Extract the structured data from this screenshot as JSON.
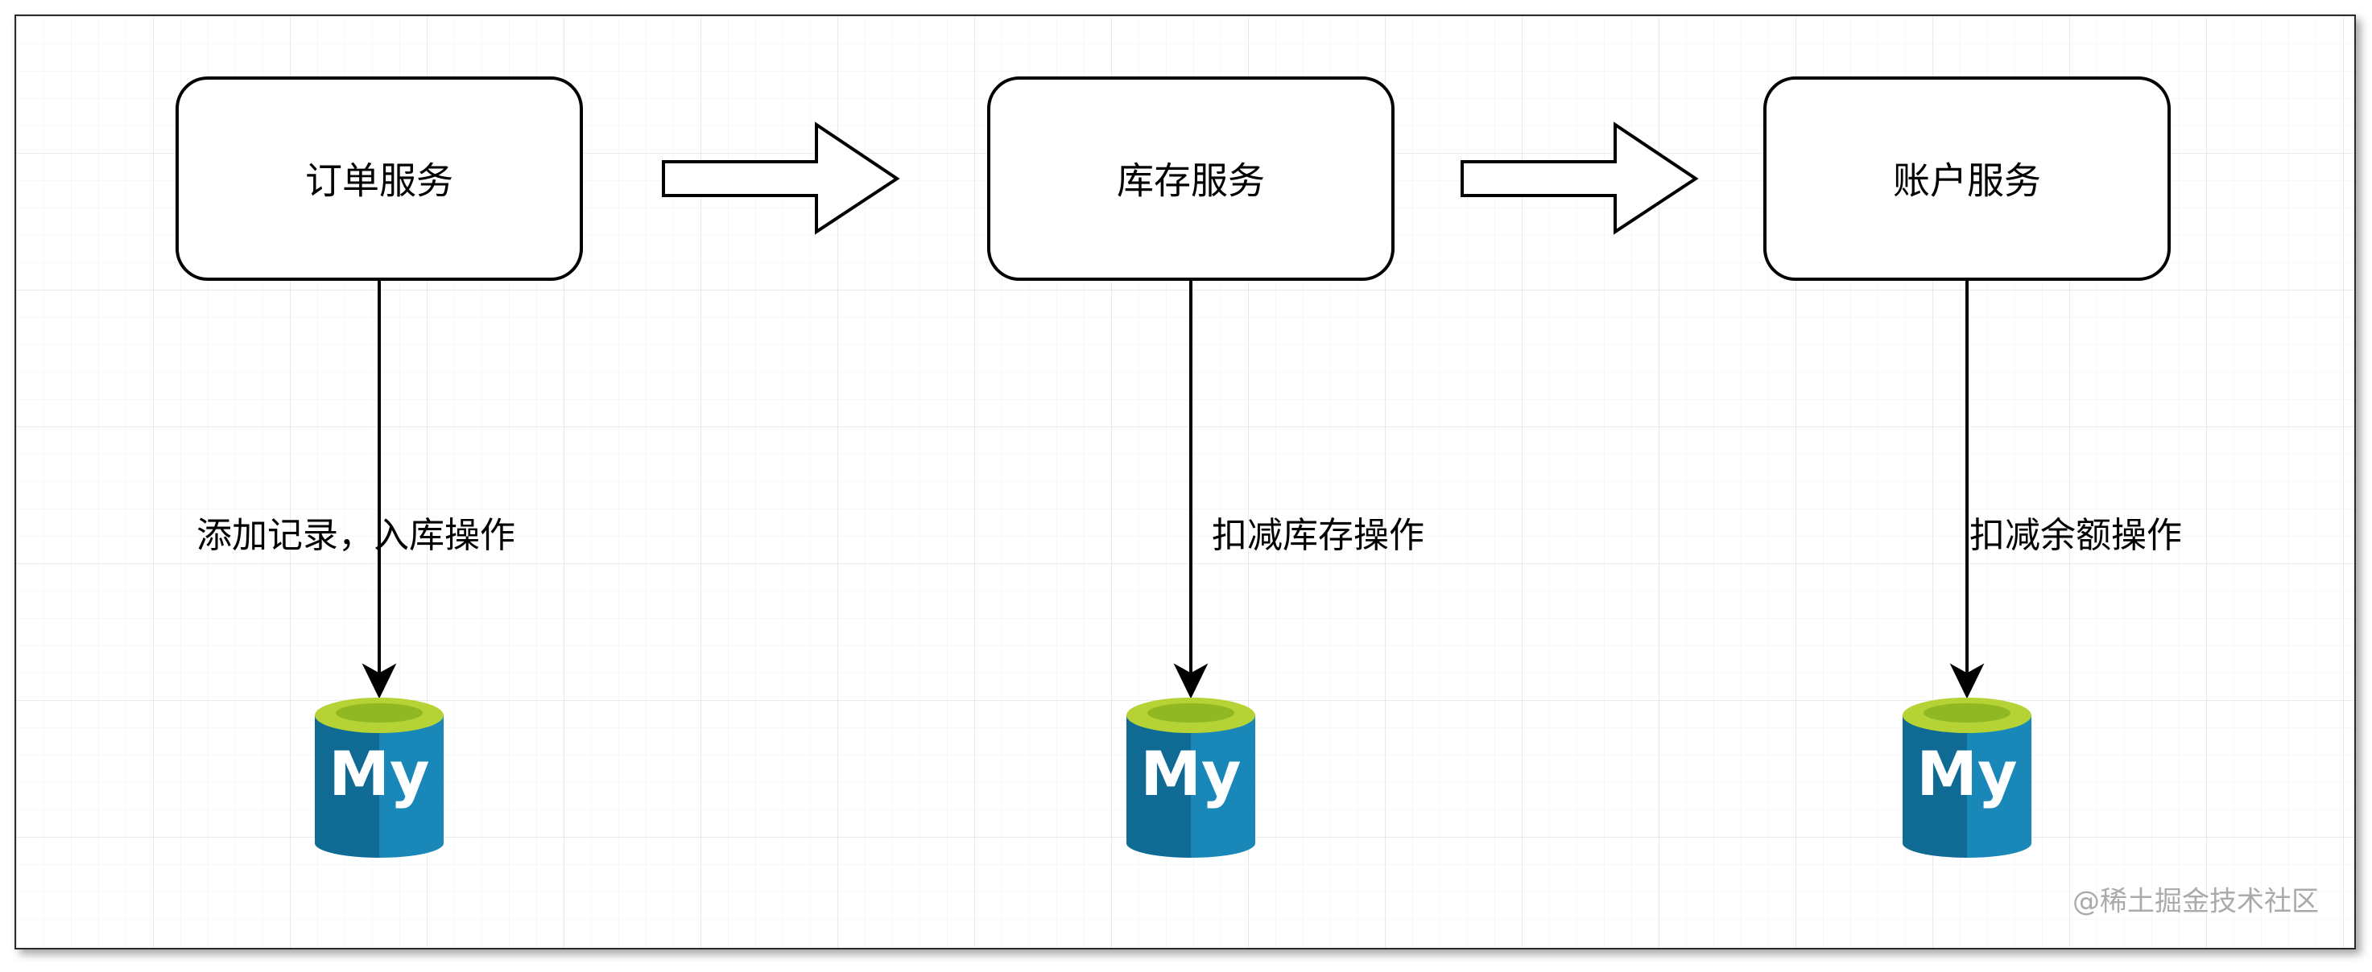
{
  "services": [
    {
      "name": "订单服务",
      "operation": "添加记录，入库操作",
      "db_label": "My"
    },
    {
      "name": "库存服务",
      "operation": "扣减库存操作",
      "db_label": "My"
    },
    {
      "name": "账户服务",
      "operation": "扣减余额操作",
      "db_label": "My"
    }
  ],
  "icons": {
    "flow_arrow": "block-arrow-right-icon",
    "database": "mysql-database-icon"
  },
  "colors": {
    "grid": "#ececec",
    "box_stroke": "#000000",
    "db_top": "#b5d334",
    "db_left": "#0f6b94",
    "db_right": "#1a87b9",
    "db_text": "#ffffff"
  },
  "watermark": "@稀土掘金技术社区"
}
